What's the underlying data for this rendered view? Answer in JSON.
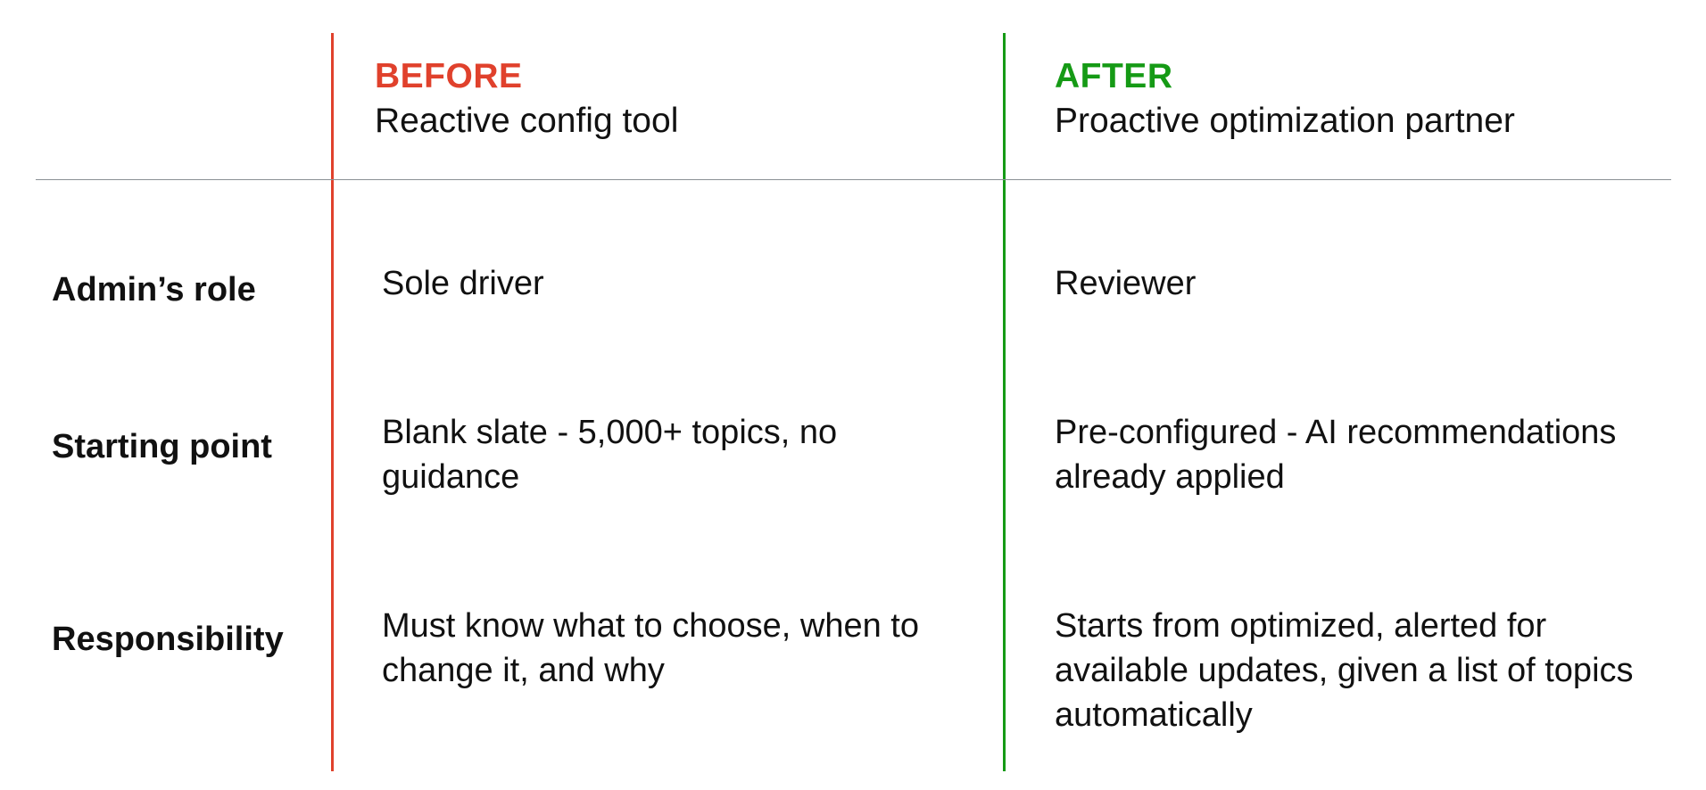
{
  "columns": {
    "before": {
      "label": "BEFORE",
      "subtitle": "Reactive config tool",
      "color": "#e0412c"
    },
    "after": {
      "label": "AFTER",
      "subtitle": "Proactive optimization partner",
      "color": "#159a15"
    }
  },
  "rows": [
    {
      "label": "Admin’s role",
      "before": "Sole driver",
      "after": "Reviewer"
    },
    {
      "label": "Starting point",
      "before": "Blank slate - 5,000+ topics, no guidance",
      "after": "Pre-configured - AI recommendations already applied"
    },
    {
      "label": "Responsibility",
      "before": "Must know what to choose, when to change it, and why",
      "after": "Starts from optimized, alerted for available updates, given a list of topics automatically"
    }
  ]
}
